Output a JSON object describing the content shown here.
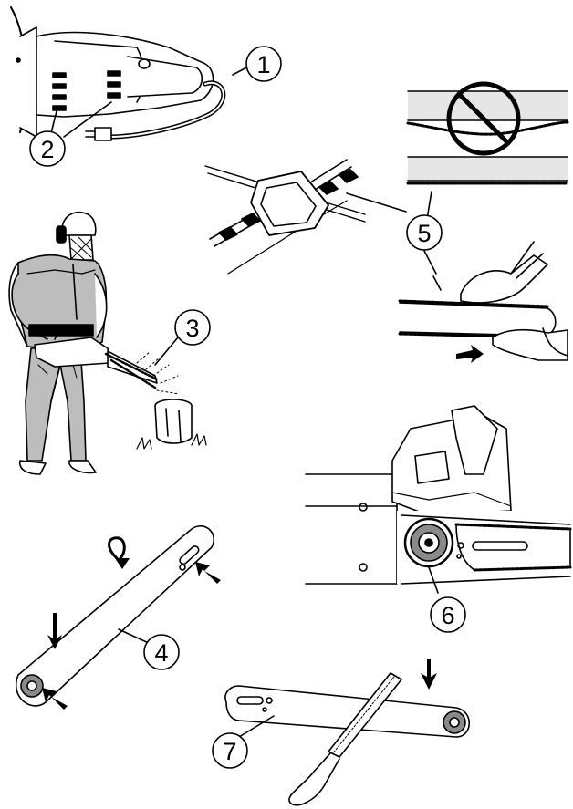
{
  "callouts": {
    "c1": "1",
    "c2": "2",
    "c3": "3",
    "c4": "4",
    "c5": "5",
    "c6": "6",
    "c7": "7"
  },
  "colors": {
    "ink": "#000000",
    "paper": "#ffffff",
    "shade": "#bdbdbd",
    "dark_shade": "#8a8a8a"
  }
}
